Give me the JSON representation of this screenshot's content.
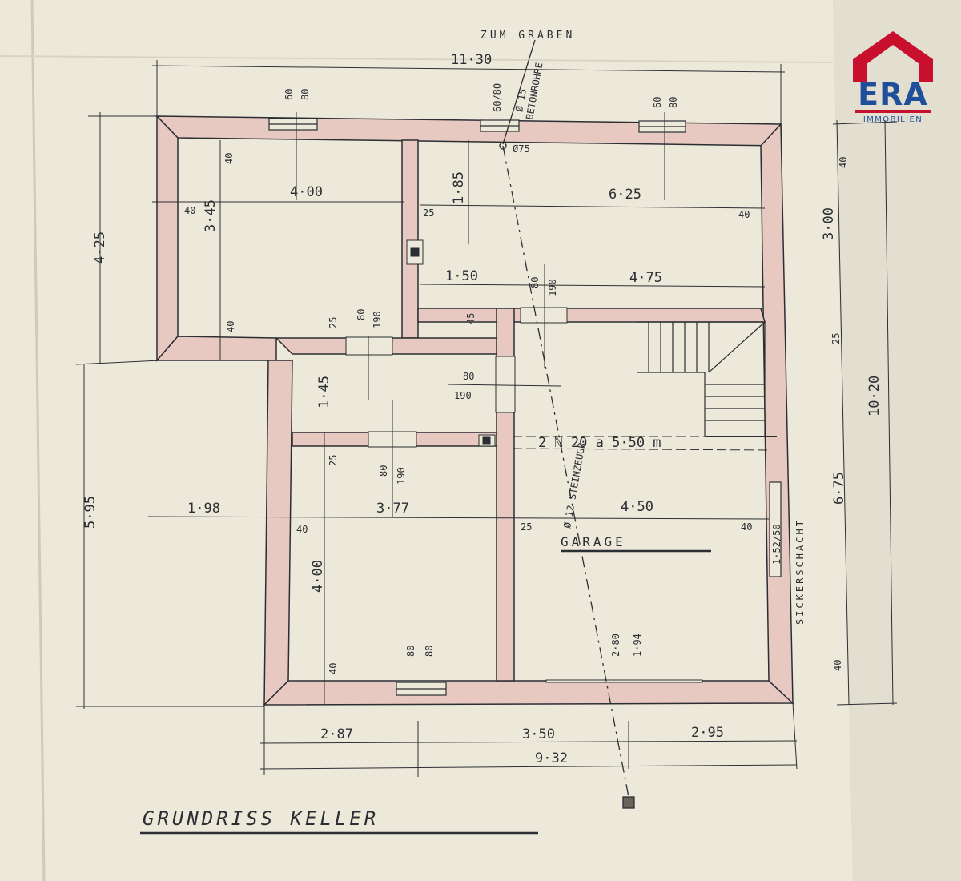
{
  "drawing": {
    "title": "GRUNDRISS KELLER",
    "to_ditch_label": "ZUM GRABEN",
    "pipe_label": "BETONROHRE",
    "pipe_size": "Ø 15",
    "pipe_diameter_label": "Ø75",
    "garage_label": "GARAGE",
    "stair_label": "2 ℕ 20 a 5·50 m",
    "stoneware_label": "Ø 12 STEINZEUGR.",
    "seepage_label": "SICKERSCHACHT",
    "window_label": "1·52/50"
  },
  "dimensions": {
    "total_width_top": "11·30",
    "total_width_bottom": "9·32",
    "total_height_right": "10·20",
    "left_upper": "4·25",
    "left_lower": "5·95",
    "bottom_seg_1": "2·87",
    "bottom_seg_2": "3·50",
    "bottom_seg_3": "2·95",
    "room_nw_width": "4·00",
    "room_nw_height": "3·45",
    "room_ne_width": "6·25",
    "room_ne_sub_1": "1·50",
    "room_ne_sub_2": "4·75",
    "room_ne_depth": "1·85",
    "room_sw_width": "3·77",
    "room_sw_height": "4·00",
    "garage_width": "4·50",
    "garage_depth": "6·75",
    "left_offset": "1·98",
    "right_top_wall": "3·00",
    "middle_room_height": "1·45",
    "win_1_a": "60",
    "win_1_b": "80",
    "win_2_a": "60",
    "win_2_b": "80",
    "win_3_a": "80",
    "win_3_b": "80",
    "pipe_win_a": "60/80",
    "door_a_w": "80",
    "door_a_h": "190",
    "door_b_w": "80",
    "door_b_h": "190",
    "door_c_w": "80",
    "door_c_h": "190",
    "door_d_w": "80",
    "door_d_h": "190",
    "garage_door_a": "2·80",
    "garage_door_b": "1·94",
    "wall_40": "40",
    "wall_25": "25",
    "val_45": "45"
  },
  "branding": {
    "logo_text": "ERA",
    "logo_subtitle": "IMMOBILIEN",
    "logo_color": "#1f4f9a",
    "roof_color": "#c8102e"
  },
  "colors": {
    "paper": "#ece9da",
    "wall_fill": "#e8c9c2",
    "ink": "#2b2e33"
  }
}
